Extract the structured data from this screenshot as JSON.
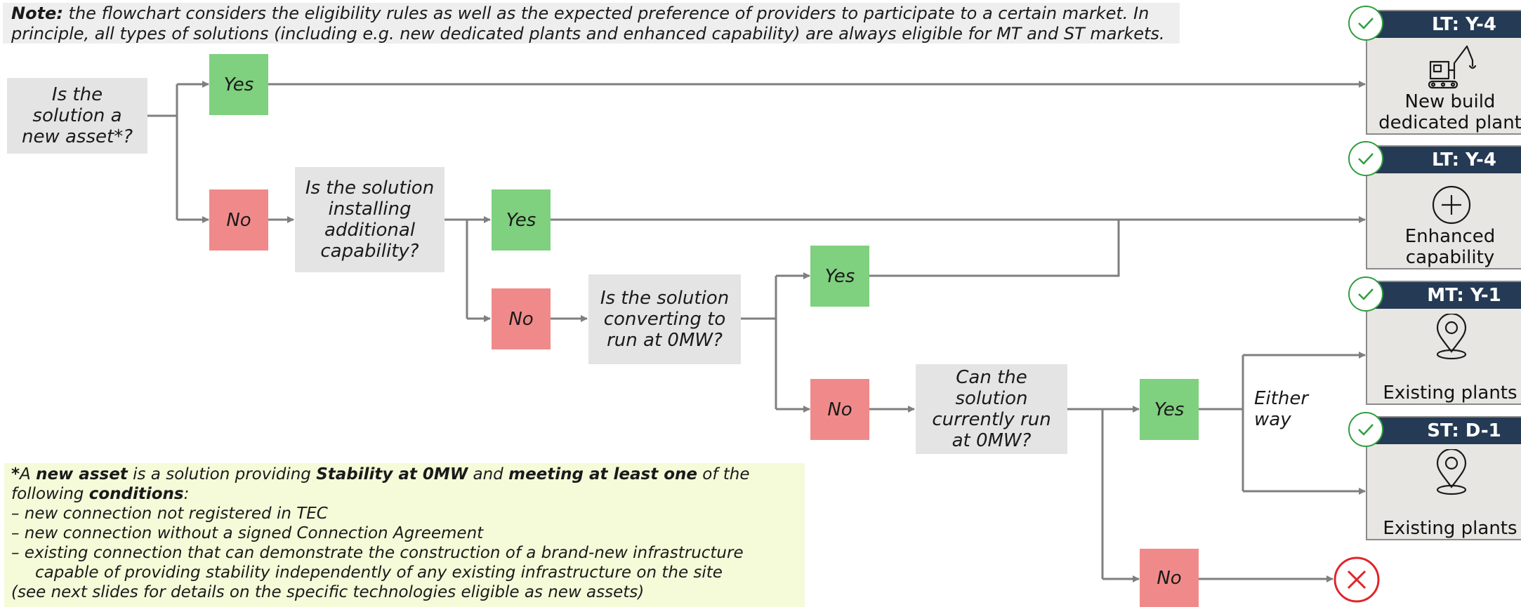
{
  "note": {
    "bold_prefix": "Note:",
    "text": " the flowchart considers the eligibility rules as well as the expected preference of providers to participate to a certain market. In principle, all types of solutions (including e.g. new dedicated plants and enhanced capability) are always eligible for MT and ST markets."
  },
  "questions": {
    "q1": "Is the solution a new asset*?",
    "q2": "Is the solution installing additional capability?",
    "q3": "Is the solution converting to run at 0MW?",
    "q4": "Can the solution currently run at 0MW?"
  },
  "answers": {
    "yes": "Yes",
    "no": "No"
  },
  "either_way": "Either way",
  "outcomes": [
    {
      "header": "LT: Y-4",
      "label": "New build dedicated plant",
      "icon": "crane-icon"
    },
    {
      "header": "LT: Y-4",
      "label": "Enhanced capability",
      "icon": "plus-circle-icon"
    },
    {
      "header": "MT: Y-1",
      "label": "Existing plants",
      "icon": "location-pin-icon"
    },
    {
      "header": "ST: D-1",
      "label": "Existing plants",
      "icon": "location-pin-icon"
    }
  ],
  "footnote": {
    "intro_star": "*",
    "intro_a": "A ",
    "intro_b1": "new asset",
    "intro_c": " is a solution providing ",
    "intro_b2": "Stability at 0MW",
    "intro_d": " and ",
    "intro_b3": "meeting at least one",
    "intro_e": " of the following ",
    "intro_b4": "conditions",
    "intro_f": ":",
    "items": [
      "–   new connection not registered in TEC",
      "–   new connection without a signed Connection Agreement",
      "–   existing connection that can demonstrate the construction of a brand-new infrastructure capable of providing stability independently of any existing infrastructure on the site"
    ],
    "closing": "(see next slides for details on the specific technologies eligible as new assets)"
  },
  "colors": {
    "yes": "#7fd07f",
    "no": "#f08a8a",
    "question": "#e4e4e4",
    "card_header": "#253a54",
    "check": "#2e9e3e",
    "reject": "#e0242a",
    "connector": "#7f7f7f"
  }
}
